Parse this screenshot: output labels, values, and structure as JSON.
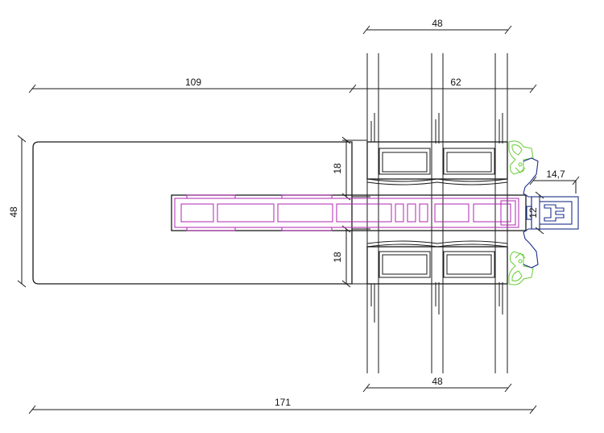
{
  "dimensions": {
    "top_width": "48",
    "left_length": "109",
    "right_length": "62",
    "height_left": "48",
    "upper_gap": "18",
    "lower_gap": "18",
    "profile_width": "14,7",
    "profile_height": "12",
    "bottom_width": "48",
    "total_length": "171"
  },
  "colors": {
    "outline": "#1a1a1a",
    "insert": "#b025b0",
    "gasket": "#66cc33",
    "profile": "#1c2f8a"
  }
}
